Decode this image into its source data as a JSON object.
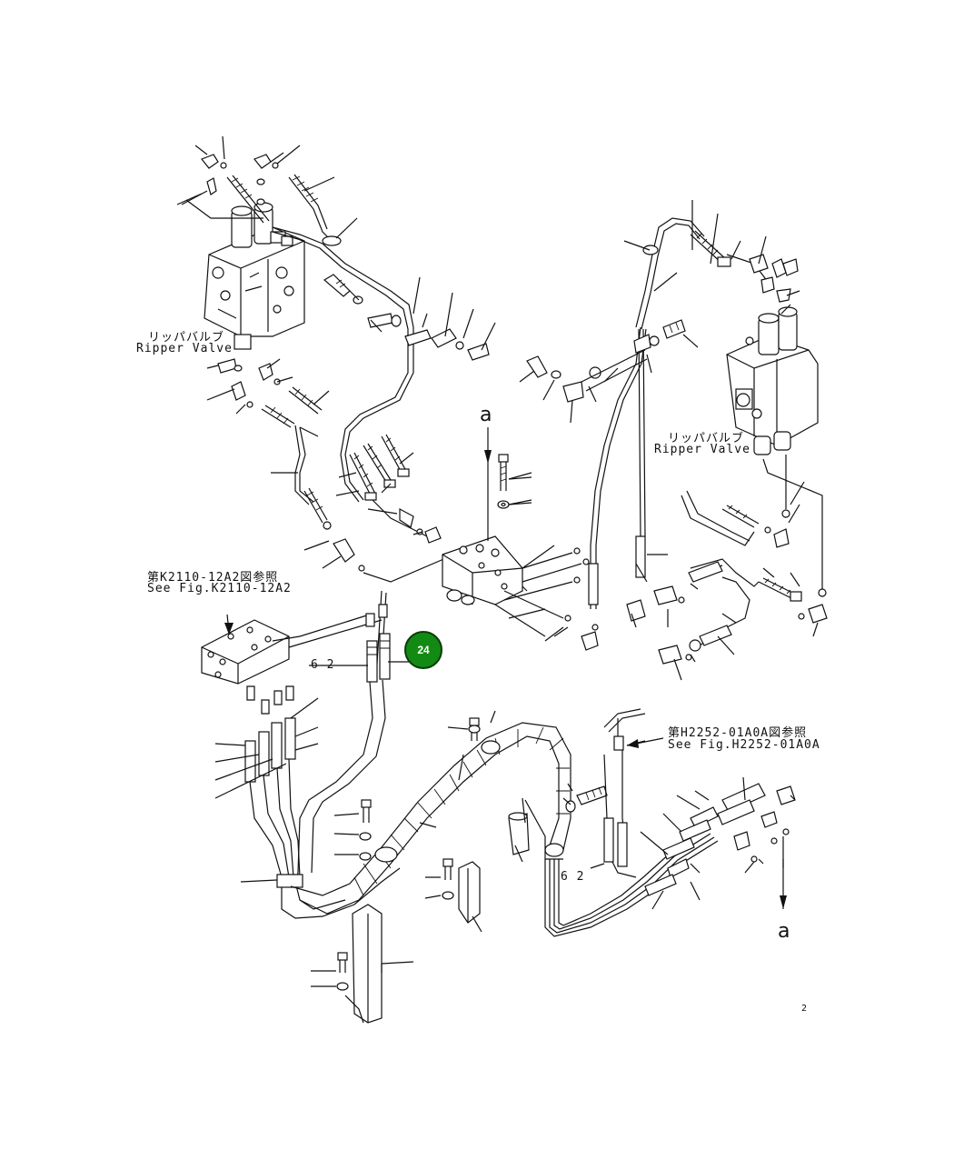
{
  "labels": {
    "ripper_valve_left_jp": "リッパバルブ",
    "ripper_valve_left_en": "Ripper Valve",
    "ripper_valve_right_jp": "リッパバルブ",
    "ripper_valve_right_en": "Ripper Valve",
    "see_fig_left_jp": "第K2110-12A2図参照",
    "see_fig_left_en": "See Fig.K2110-12A2",
    "see_fig_right_jp": "第H2252-01A0A図参照",
    "see_fig_right_en": "See Fig.H2252-01A0A",
    "qty_62_top": "6 2",
    "qty_62_bottom": "6 2",
    "ref_a_top": "a",
    "ref_a_bottom": "a",
    "page_number": "2"
  },
  "callout": {
    "label": "24",
    "color": "#138a13"
  }
}
